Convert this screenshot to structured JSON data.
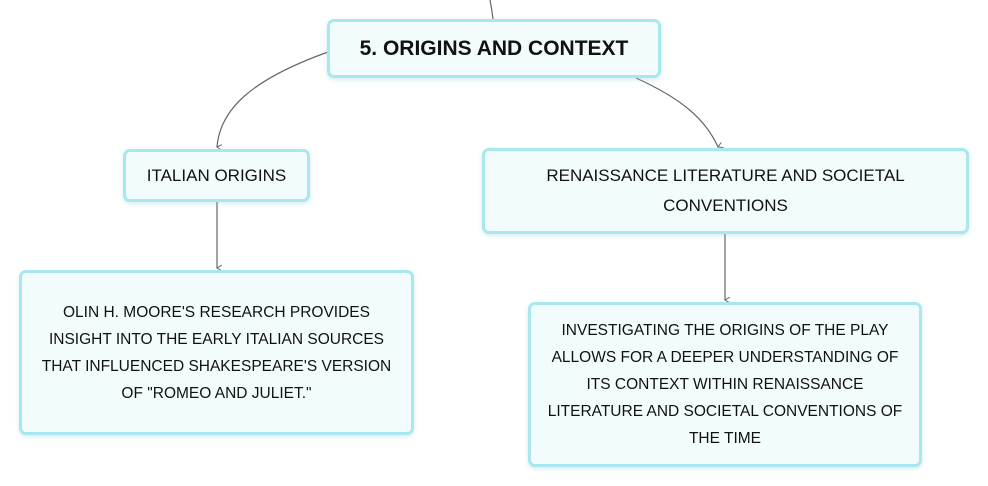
{
  "root": {
    "label": "5. ORIGINS AND CONTEXT"
  },
  "branches": [
    {
      "label": "ITALIAN ORIGINS",
      "detail": "OLIN H. MOORE'S RESEARCH PROVIDES INSIGHT INTO THE EARLY ITALIAN SOURCES THAT INFLUENCED SHAKESPEARE'S VERSION OF \"ROMEO AND JULIET.\""
    },
    {
      "label": "RENAISSANCE LITERATURE AND SOCIETAL CONVENTIONS",
      "detail": "INVESTIGATING THE ORIGINS OF THE PLAY ALLOWS FOR A DEEPER UNDERSTANDING OF ITS CONTEXT WITHIN RENAISSANCE LITERATURE AND SOCIETAL CONVENTIONS OF THE TIME"
    }
  ],
  "colors": {
    "node_fill": "#f2fcfd",
    "node_border": "#a9e7ef",
    "connector": "#666666",
    "text": "#111111"
  }
}
